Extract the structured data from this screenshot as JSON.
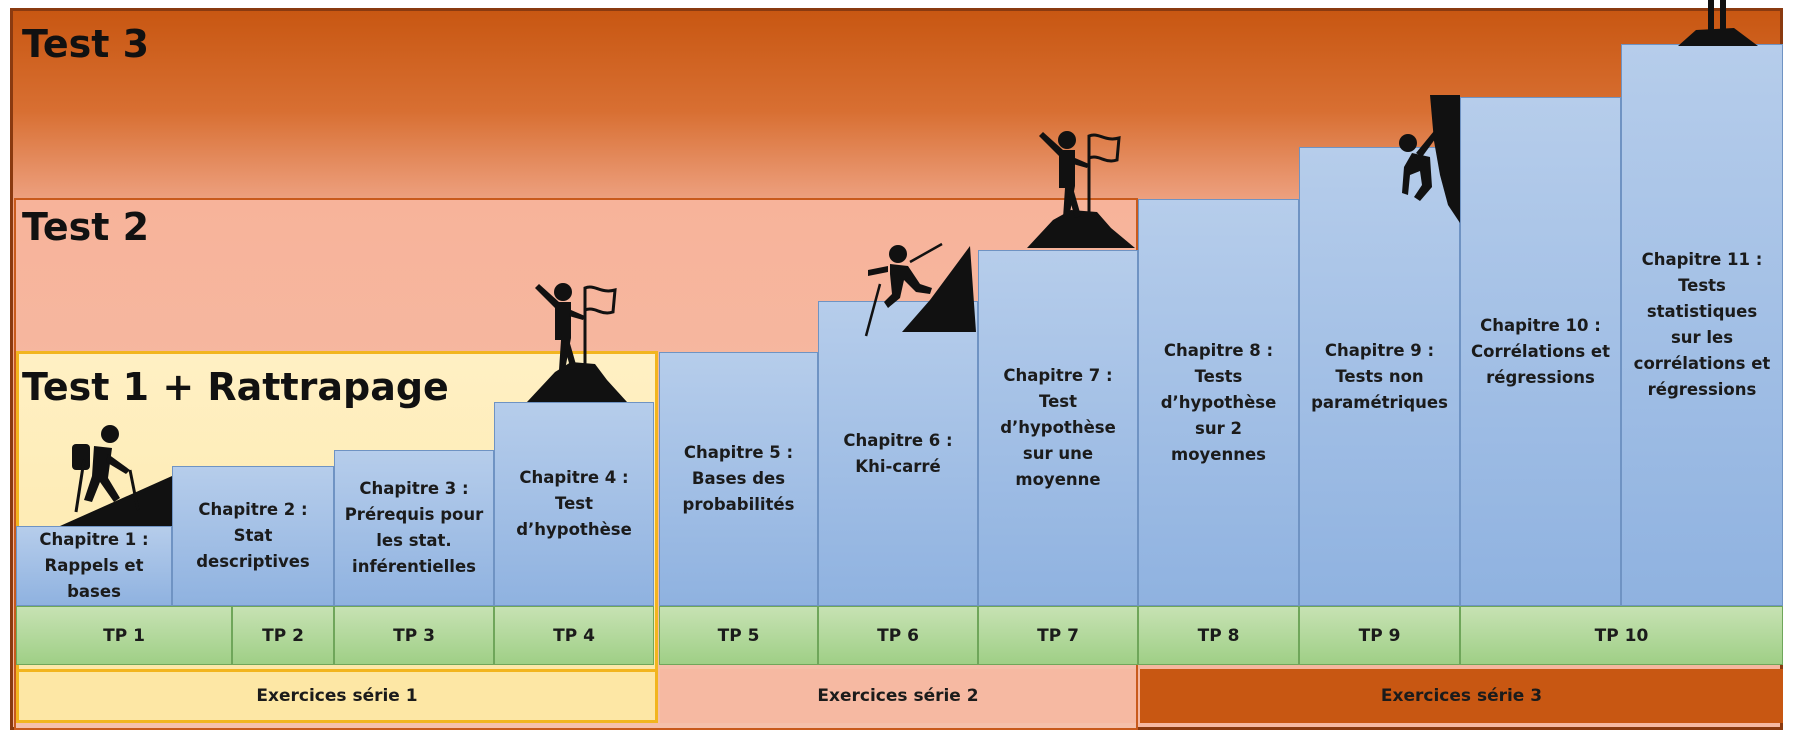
{
  "tests": {
    "test3": "Test 3",
    "test2": "Test 2",
    "test1": "Test 1 + Rattrapage"
  },
  "chapters": [
    {
      "label": "Chapitre 1 :\nRappels et\nbases"
    },
    {
      "label": "Chapitre 2 :\nStat\ndescriptives"
    },
    {
      "label": "Chapitre 3 :\nPrérequis pour\nles stat.\ninférentielles"
    },
    {
      "label": "Chapitre 4 :\nTest\nd’hypothèse"
    },
    {
      "label": "Chapitre 5 :\nBases des\nprobabilités"
    },
    {
      "label": "Chapitre 6 :\nKhi-carré"
    },
    {
      "label": "Chapitre 7 :\nTest\nd’hypothèse\nsur une\nmoyenne"
    },
    {
      "label": "Chapitre 8 :\nTests\nd’hypothèse\nsur 2\nmoyennes"
    },
    {
      "label": "Chapitre 9 :\nTests non\nparamétriques"
    },
    {
      "label": "Chapitre 10 :\nCorrélations et\nrégressions"
    },
    {
      "label": "Chapitre 11 :\nTests statistiques\nsur les\ncorrélations et\nrégressions"
    }
  ],
  "tps": [
    "TP 1",
    "TP 2",
    "TP 3",
    "TP 4",
    "TP 5",
    "TP 6",
    "TP 7",
    "TP 8",
    "TP 9",
    "TP 10"
  ],
  "exercises": [
    "Exercices série 1",
    "Exercices série 2",
    "Exercices série 3"
  ],
  "icons": [
    "hiker-icon",
    "summit-flag-climber-icon",
    "rappelling-climber-icon",
    "summit-flag-climber-icon",
    "rock-climber-icon",
    "summit-climber-icon"
  ],
  "colors": {
    "test3": "#c85712",
    "test2": "#f6b9a2",
    "test1": "#fde7a5",
    "chapter": "#9dbbe3",
    "tp": "#a9d18e"
  }
}
